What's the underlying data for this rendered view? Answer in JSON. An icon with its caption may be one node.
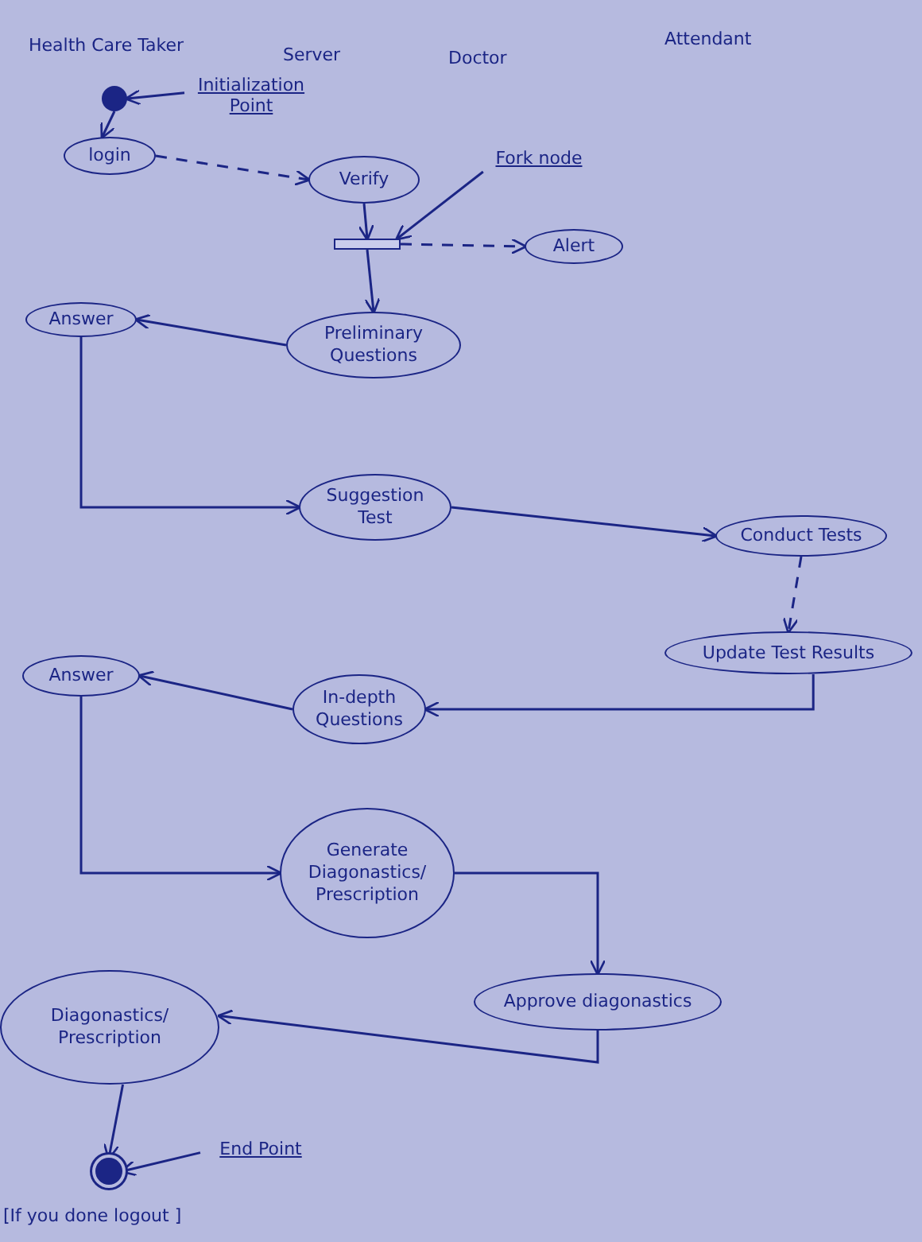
{
  "diagram": {
    "nodes": [
      {
        "text": [],
        "shape": "circle"
      },
      {
        "text": [
          "Initialization Point"
        ]
      },
      {
        "text": [
          "login"
        ]
      },
      {
        "text": [
          "Verify"
        ]
      },
      {
        "text": [],
        "shape": "bar"
      },
      {
        "text": [
          "Fork node"
        ]
      },
      {
        "text": [
          "Alert"
        ]
      },
      {
        "text": [
          "Answer"
        ]
      },
      {
        "text": [
          "Preliminary Questions"
        ]
      },
      {
        "text": [
          "Suggestion Test"
        ]
      },
      {
        "text": [
          "Conduct Tests"
        ]
      },
      {
        "text": [
          "Update Test Results"
        ]
      },
      {
        "text": [
          "Answer"
        ]
      },
      {
        "text": [
          "In-depth Questions"
        ]
      },
      {
        "text": [
          "Generate Diagonastics/ Prescription"
        ]
      },
      {
        "text": [
          "Approve diagonastics"
        ]
      },
      {
        "text": [
          "Diagonastics/ Prescription"
        ]
      },
      {
        "text": [],
        "shape": "bullseye"
      },
      {
        "text": [
          "End Point"
        ]
      }
    ],
    "edges": [
      {
        "from": 0,
        "to": 2,
        "arrow": "to"
      },
      {
        "from": 1,
        "to": 0,
        "arrow": "to"
      },
      {
        "from": 2,
        "to": 3,
        "arrow": "to",
        "style": "dashed"
      },
      {
        "from": 3,
        "to": 4,
        "arrow": "to"
      },
      {
        "from": 5,
        "to": 4,
        "arrow": "to"
      },
      {
        "from": 4,
        "to": 6,
        "arrow": "to",
        "style": "dashed"
      },
      {
        "from": 4,
        "to": 8,
        "arrow": "to"
      },
      {
        "from": 8,
        "to": 7,
        "arrow": "to"
      },
      {
        "from": 7,
        "to": 9,
        "arrow": "to"
      },
      {
        "from": 9,
        "to": 10,
        "arrow": "to"
      },
      {
        "from": 10,
        "to": 11,
        "arrow": "to",
        "style": "dashed"
      },
      {
        "from": 11,
        "to": 13,
        "arrow": "to"
      },
      {
        "from": 13,
        "to": 12,
        "arrow": "to"
      },
      {
        "from": 12,
        "to": 14,
        "arrow": "to"
      },
      {
        "from": 14,
        "to": 15,
        "arrow": "to"
      },
      {
        "from": 15,
        "to": 16,
        "arrow": "to"
      },
      {
        "from": 16,
        "to": 17,
        "arrow": "to"
      },
      {
        "from": 18,
        "to": 17,
        "arrow": "to"
      }
    ],
    "labels": [
      "Health Care Taker",
      "Server",
      "Doctor",
      "Attendant",
      "[If you done logout ]"
    ]
  }
}
